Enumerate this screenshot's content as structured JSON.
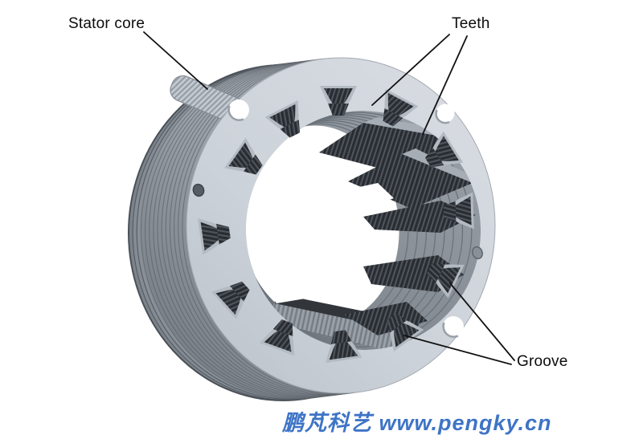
{
  "figure": {
    "title_context": "Stator core laminated stack diagram",
    "labels": {
      "stator_core": "Stator core",
      "teeth": "Teeth",
      "groove": "Groove"
    }
  },
  "watermark": {
    "text": "鹏芃科艺 www.pengky.cn",
    "color": "#3e74c6"
  },
  "colors": {
    "background": "#ffffff",
    "face_light": "#d6dbe1",
    "face_dark": "#bfc6ce",
    "lamination_light": "#b2b8c0",
    "lamination_dark": "#6f757d",
    "slot_dark": "#2a2e33",
    "slot_stripe": "#51575e",
    "bore_wall": "#8f959d",
    "label_text": "#0c0c0c"
  }
}
